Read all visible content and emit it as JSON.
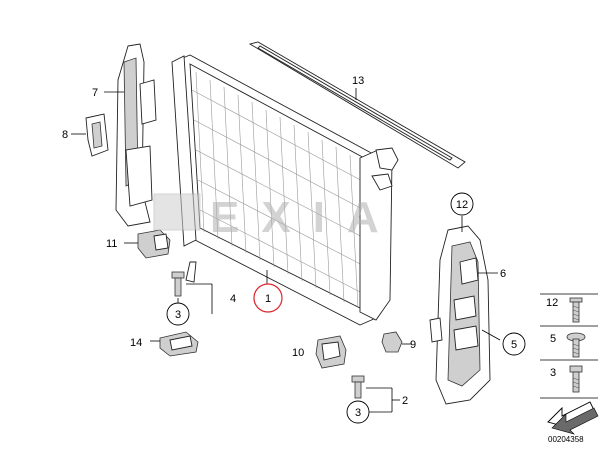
{
  "diagram": {
    "callouts": {
      "c1": "1",
      "c2": "2",
      "c3a": "3",
      "c3b": "3",
      "c4": "4",
      "c5": "5",
      "c6": "6",
      "c7": "7",
      "c8": "8",
      "c9": "9",
      "c10": "10",
      "c11": "11",
      "c12": "12",
      "c13": "13",
      "c14": "14"
    },
    "legend": {
      "items": [
        {
          "num": "12"
        },
        {
          "num": "5"
        },
        {
          "num": "3"
        }
      ]
    },
    "watermark": "EXIA",
    "diagram_id": "00204358",
    "colors": {
      "highlight_circle": "#d9252b",
      "watermark": "#b0b0b0",
      "line": "#000000"
    }
  }
}
